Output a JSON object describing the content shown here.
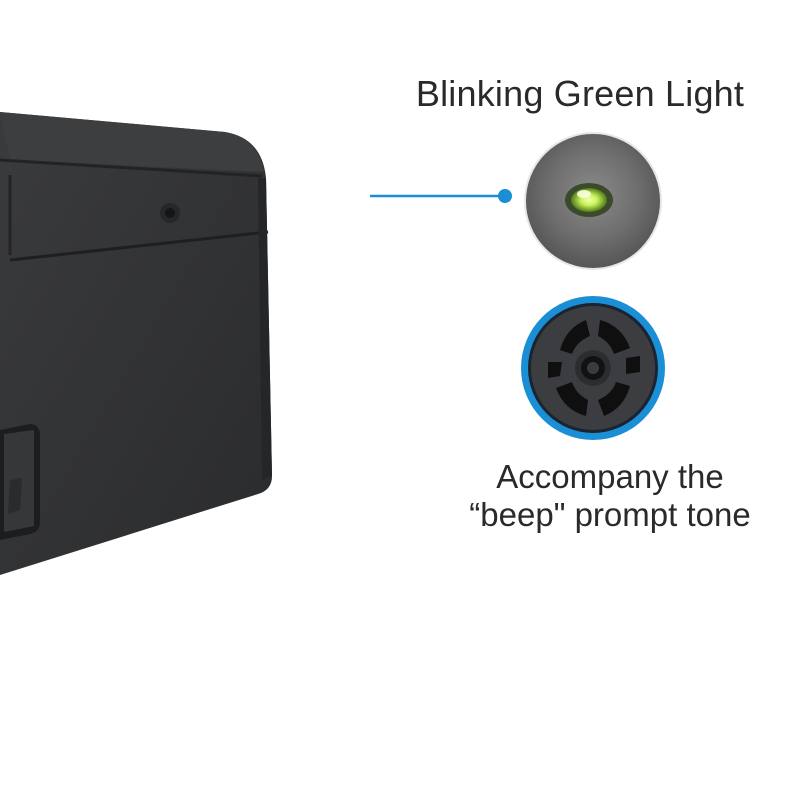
{
  "callouts": {
    "light_label": "Blinking Green Light",
    "beep_line1": "Accompany the",
    "beep_line2": "“beep\" prompt tone"
  },
  "colors": {
    "device_body": "#2f3032",
    "accent_blue": "#1a8fd6",
    "led_green": "#c8f25a",
    "background": "#ffffff"
  }
}
